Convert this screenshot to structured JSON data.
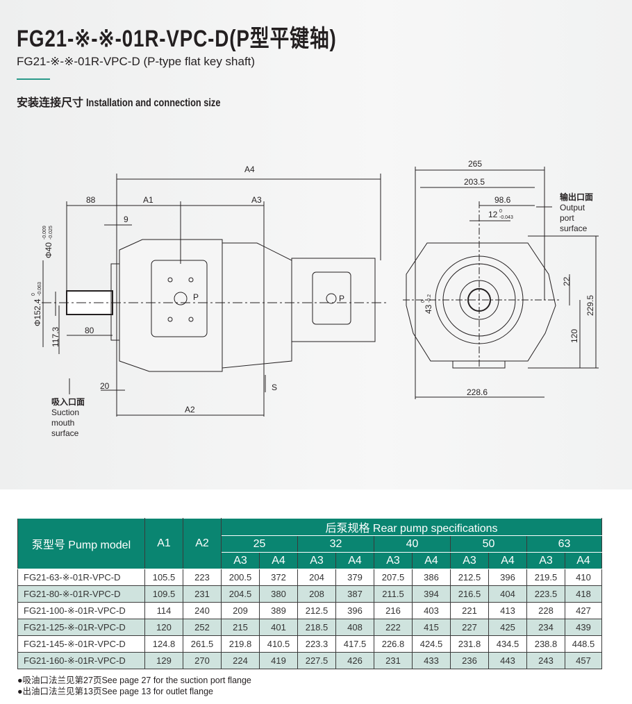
{
  "header": {
    "title": "FG21-※-※-01R-VPC-D(P型平键轴)",
    "subtitle": "FG21-※-※-01R-VPC-D (P-type flat key shaft)",
    "section_cn": "安装连接尺寸",
    "section_en": "Installation and connection size"
  },
  "drawing": {
    "side": {
      "A4": "A4",
      "d88": "88",
      "A1": "A1",
      "A3": "A3",
      "d9": "9",
      "phi40": "Φ40",
      "phi40_tol_up": "-0.009",
      "phi40_tol_lo": "-0.025",
      "phi152": "Φ152.4",
      "phi152_tol_up": "0",
      "phi152_tol_lo": "-0.063",
      "d117": "117.3",
      "d80": "80",
      "d20": "20",
      "A2": "A2",
      "S": "S",
      "P1": "P",
      "P2": "P",
      "suction_cn": "吸入口面",
      "suction_en1": "Suction",
      "suction_en2": "mouth",
      "suction_en3": "surface"
    },
    "front": {
      "d265": "265",
      "d203": "203.5",
      "d98": "98.6",
      "d12": "12",
      "d12_tol_up": "0",
      "d12_tol_lo": "-0.043",
      "d43": "43",
      "d43_tol_up": "0",
      "d43_tol_lo": "-0.2",
      "d22": "22",
      "d229": "229.5",
      "d120": "120",
      "d228": "228.6",
      "output_cn": "输出口面",
      "output_en1": "Output",
      "output_en2": "port",
      "output_en3": "surface"
    }
  },
  "table": {
    "model_header": "泵型号 Pump model",
    "a1": "A1",
    "a2": "A2",
    "rear_header": "后泵规格 Rear pump specifications",
    "sizes": [
      "25",
      "32",
      "40",
      "50",
      "63"
    ],
    "a3": "A3",
    "a4": "A4",
    "rows": [
      [
        "FG21-63-※-01R-VPC-D",
        "105.5",
        "223",
        "200.5",
        "372",
        "204",
        "379",
        "207.5",
        "386",
        "212.5",
        "396",
        "219.5",
        "410"
      ],
      [
        "FG21-80-※-01R-VPC-D",
        "109.5",
        "231",
        "204.5",
        "380",
        "208",
        "387",
        "211.5",
        "394",
        "216.5",
        "404",
        "223.5",
        "418"
      ],
      [
        "FG21-100-※-01R-VPC-D",
        "114",
        "240",
        "209",
        "389",
        "212.5",
        "396",
        "216",
        "403",
        "221",
        "413",
        "228",
        "427"
      ],
      [
        "FG21-125-※-01R-VPC-D",
        "120",
        "252",
        "215",
        "401",
        "218.5",
        "408",
        "222",
        "415",
        "227",
        "425",
        "234",
        "439"
      ],
      [
        "FG21-145-※-01R-VPC-D",
        "124.8",
        "261.5",
        "219.8",
        "410.5",
        "223.3",
        "417.5",
        "226.8",
        "424.5",
        "231.8",
        "434.5",
        "238.8",
        "448.5"
      ],
      [
        "FG21-160-※-01R-VPC-D",
        "129",
        "270",
        "224",
        "419",
        "227.5",
        "426",
        "231",
        "433",
        "236",
        "443",
        "243",
        "457"
      ]
    ]
  },
  "notes": [
    "●吸油口法兰见第27页See page 27 for the suction port flange",
    "●出油口法兰见第13页See page 13 for outlet flange"
  ],
  "colors": {
    "teal": "#0a8571",
    "alt_row": "#cfe3de"
  }
}
